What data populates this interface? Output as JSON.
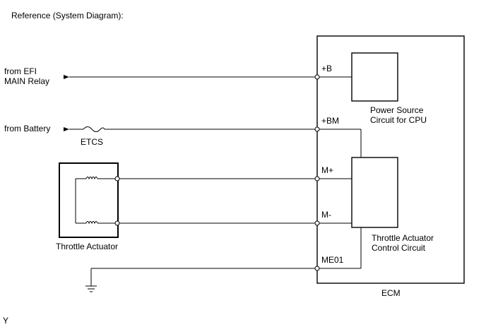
{
  "title": "Reference (System Diagram):",
  "inputs": {
    "efi": [
      "from EFI",
      "MAIN Relay"
    ],
    "battery": "from Battery",
    "fuse": "ETCS"
  },
  "actuator": {
    "label": "Throttle Actuator"
  },
  "ecm": {
    "label": "ECM",
    "terminals": {
      "b": "+B",
      "bm": "+BM",
      "m_plus": "M+",
      "m_minus": "M-",
      "me01": "ME01"
    },
    "power_source": [
      "Power Source",
      "Circuit for CPU"
    ],
    "control_circuit": [
      "Throttle Actuator",
      "Control Circuit"
    ]
  },
  "footer_mark": "Y"
}
